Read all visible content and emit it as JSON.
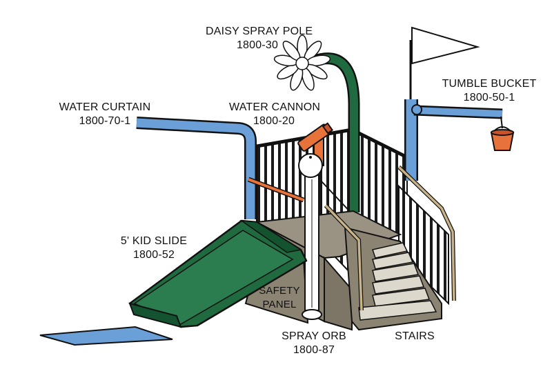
{
  "callouts": {
    "daisy_spray_pole": {
      "name": "DAISY SPRAY POLE",
      "code": "1800-30"
    },
    "water_curtain": {
      "name": "WATER CURTAIN",
      "code": "1800-70-1"
    },
    "water_cannon": {
      "name": "WATER CANNON",
      "code": "1800-20"
    },
    "tumble_bucket": {
      "name": "TUMBLE BUCKET",
      "code": "1800-50-1"
    },
    "kid_slide": {
      "name": "5' KID SLIDE",
      "code": "1800-52"
    },
    "safety_panel": {
      "line1": "SAFETY",
      "line2": "PANEL"
    },
    "spray_orb": {
      "name": "SPRAY ORB",
      "code": "1800-87"
    },
    "stairs": {
      "name": "STAIRS"
    }
  },
  "colors": {
    "pipe_blue": "#6a9fd8",
    "slide_green": "#1f6b3f",
    "cannon_orange": "#e8733a",
    "deck_tan": "#8c8473",
    "rail_tan": "#c9b48a",
    "outline": "#111111"
  }
}
